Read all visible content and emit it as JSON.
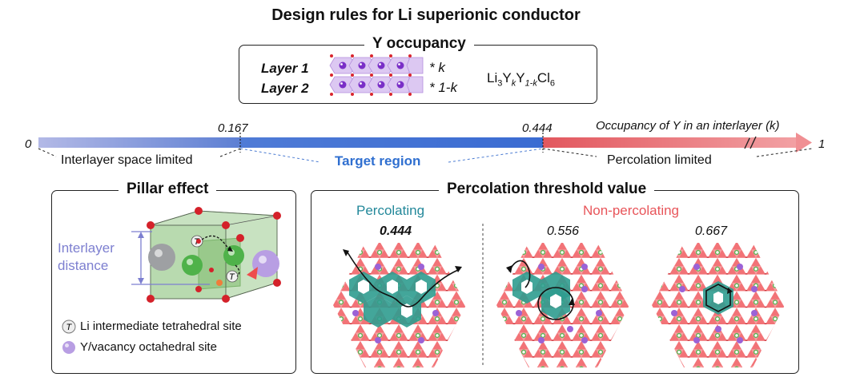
{
  "title": "Design rules for Li superionic conductor",
  "occupancy_box": {
    "title": "Y occupancy",
    "layer1": "Layer 1",
    "layer2": "Layer 2",
    "mult1": "* k",
    "mult2": "* 1-k",
    "formula": {
      "a": "Li",
      "b": "3",
      "c": "Y",
      "d": "k",
      "e": "Y",
      "f": "1-k",
      "g": "Cl",
      "h": "6"
    }
  },
  "axis": {
    "label_0": "0",
    "label_0167": "0.167",
    "label_0444": "0.444",
    "label_1": "1",
    "axis_title": "Occupancy of Y in an interlayer (k)",
    "left_region": "Interlayer space limited",
    "target_region": "Target region",
    "right_region": "Percolation limited"
  },
  "pillar_box": {
    "title": "Pillar effect",
    "distance_line1": "Interlayer",
    "distance_line2": "distance",
    "site_T": "T",
    "legend_li": "Li intermediate tetrahedral site",
    "legend_y": "Y/vacancy octahedral site"
  },
  "percolation_box": {
    "title": "Percolation threshold value",
    "percolating": "Percolating",
    "non_percolating": "Non-percolating",
    "value_a": "0.444",
    "value_b": "0.556",
    "value_c": "0.667"
  },
  "colors": {
    "target_blue": "#2f6fd0",
    "percolating_teal": "#23889a",
    "non_percolating_red": "#e8555a",
    "interlayer_purple": "#7d7fd0"
  }
}
